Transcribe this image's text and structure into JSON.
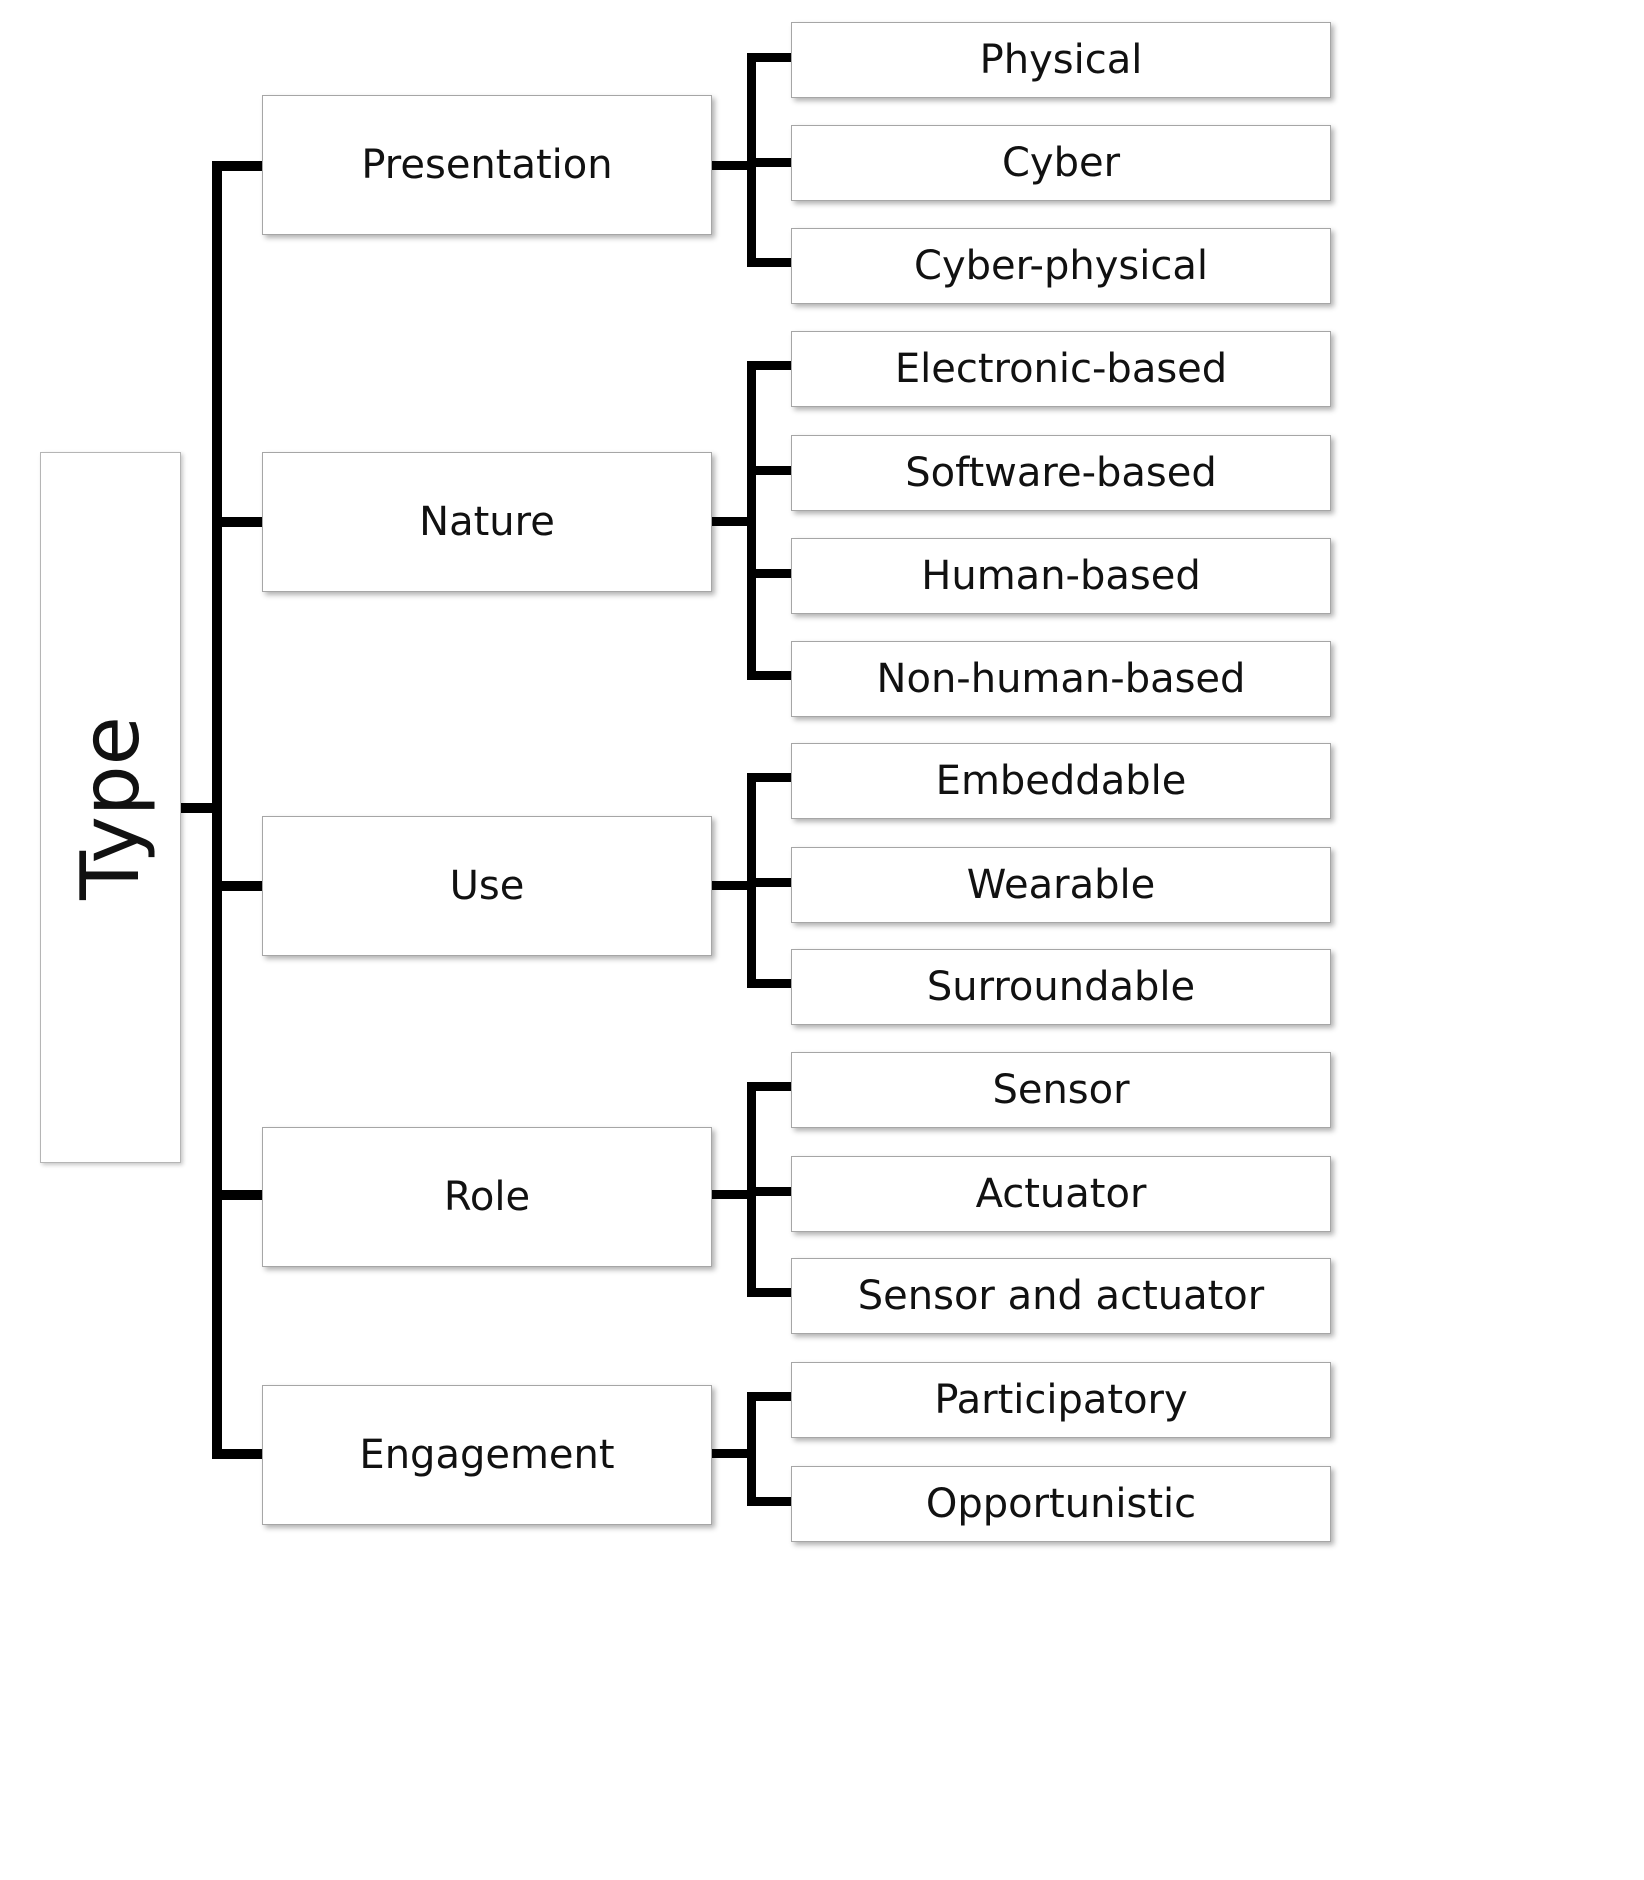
{
  "diagram": {
    "title": "Type",
    "root": {
      "label": "Type"
    },
    "branches": [
      {
        "label": "Presentation",
        "children": [
          {
            "label": "Physical"
          },
          {
            "label": "Cyber"
          },
          {
            "label": "Cyber-physical"
          }
        ]
      },
      {
        "label": "Nature",
        "children": [
          {
            "label": "Electronic-based"
          },
          {
            "label": "Software-based"
          },
          {
            "label": "Human-based"
          },
          {
            "label": "Non-human-based"
          }
        ]
      },
      {
        "label": "Use",
        "children": [
          {
            "label": "Embeddable"
          },
          {
            "label": "Wearable"
          },
          {
            "label": "Surroundable"
          }
        ]
      },
      {
        "label": "Role",
        "children": [
          {
            "label": "Sensor"
          },
          {
            "label": "Actuator"
          },
          {
            "label": "Sensor and actuator"
          }
        ]
      },
      {
        "label": "Engagement",
        "children": [
          {
            "label": "Participatory"
          },
          {
            "label": "Opportunistic"
          }
        ]
      }
    ],
    "colors": {
      "background": "#ffffff",
      "box_fill": "#ffffff",
      "box_border": "#a6a6a6",
      "connector": "#000000",
      "text": "#111111"
    }
  }
}
